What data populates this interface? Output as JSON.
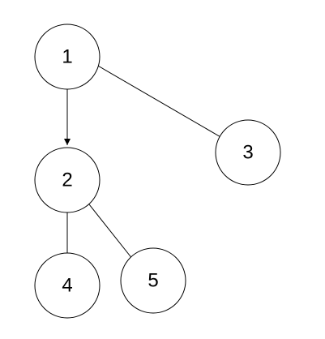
{
  "nodes": [
    {
      "id": "1",
      "label": "1"
    },
    {
      "id": "2",
      "label": "2"
    },
    {
      "id": "3",
      "label": "3"
    },
    {
      "id": "4",
      "label": "4"
    },
    {
      "id": "5",
      "label": "5"
    }
  ],
  "edges": [
    {
      "from": "1",
      "to": "2",
      "directed": true
    },
    {
      "from": "1",
      "to": "3",
      "directed": false
    },
    {
      "from": "2",
      "to": "4",
      "directed": false
    },
    {
      "from": "2",
      "to": "5",
      "directed": false
    }
  ],
  "colors": {
    "stroke": "#000000",
    "background": "#ffffff",
    "node_fill": "#ffffff"
  }
}
